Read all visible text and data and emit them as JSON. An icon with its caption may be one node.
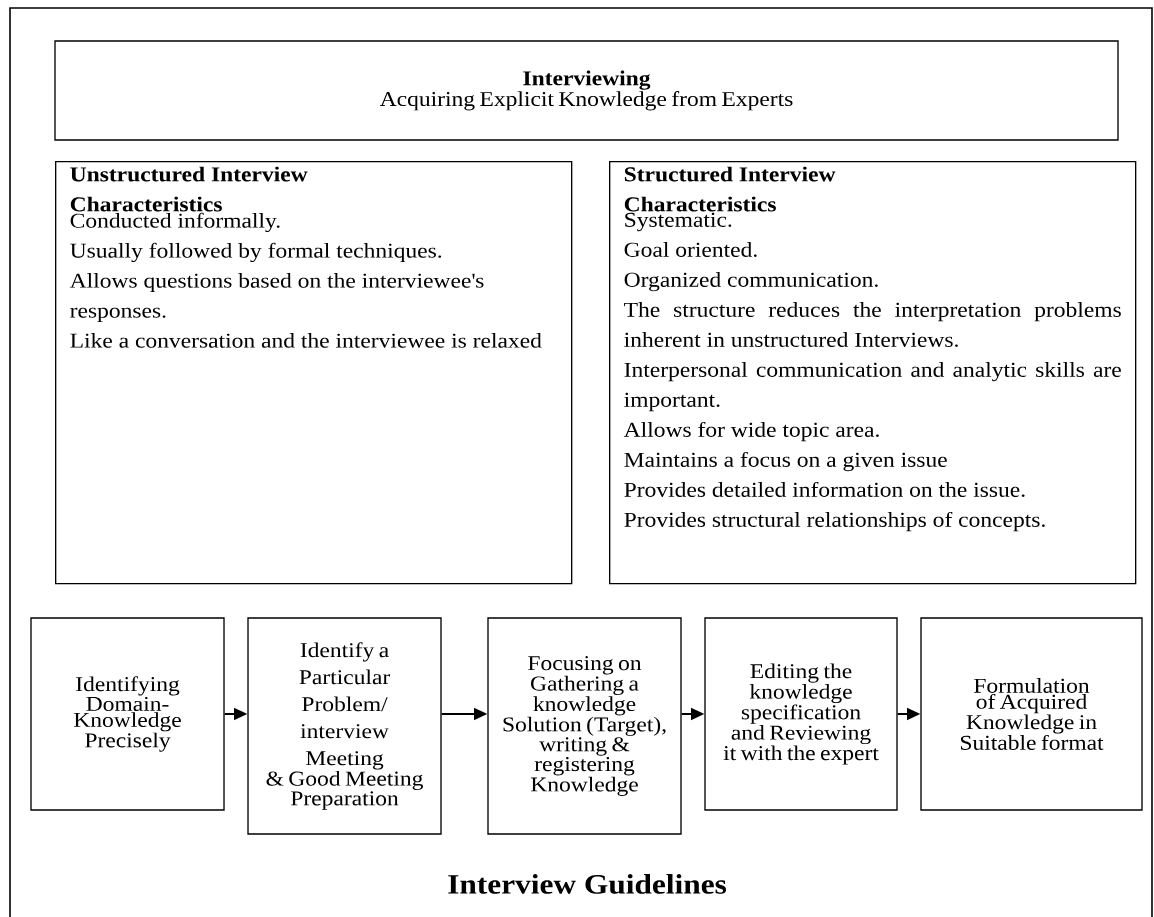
{
  "diagram": {
    "caption": "Interview Guidelines",
    "nodes": [
      {
        "text": [
          "Interviewing",
          "Acquiring Explicit Knowledge from Experts"
        ]
      },
      {
        "text": [
          "Unstructured Interview Characteristics",
          "Conducted informally.",
          "Usually followed by formal techniques.",
          "Allows questions based on the interviewee's responses.",
          "Like a conversation and the interviewee is relaxed"
        ]
      },
      {
        "text": [
          "Structured Interview Characteristics",
          "Systematic.",
          "Goal oriented.",
          "Organized communication.",
          "The structure reduces the interpretation problems inherent in unstructured Interviews.",
          "Interpersonal communication and analytic skills are important.",
          "Allows for wide topic area.",
          "Maintains a focus on a given issue",
          "Provides detailed information on the issue.",
          "Provides structural relationships of concepts."
        ]
      },
      {
        "text": [
          "Identifying Domain- Knowledge Precisely"
        ]
      },
      {
        "text": [
          "Identify a Particular Problem/ interview Meeting",
          "& Good Meeting Preparation"
        ]
      },
      {
        "text": [
          "Focusing on Gathering a knowledge Solution (Target), writing & registering Knowledge"
        ]
      },
      {
        "text": [
          "Editing the knowledge specification and Reviewing it with the expert"
        ]
      },
      {
        "text": [
          "Formulation of Acquired Knowledge in Suitable format"
        ]
      }
    ],
    "edges": [
      {
        "from": 3,
        "to": 4,
        "arrow": "to"
      },
      {
        "from": 4,
        "to": 5,
        "arrow": "to"
      },
      {
        "from": 5,
        "to": 6,
        "arrow": "to"
      },
      {
        "from": 6,
        "to": 7,
        "arrow": "to"
      }
    ]
  }
}
